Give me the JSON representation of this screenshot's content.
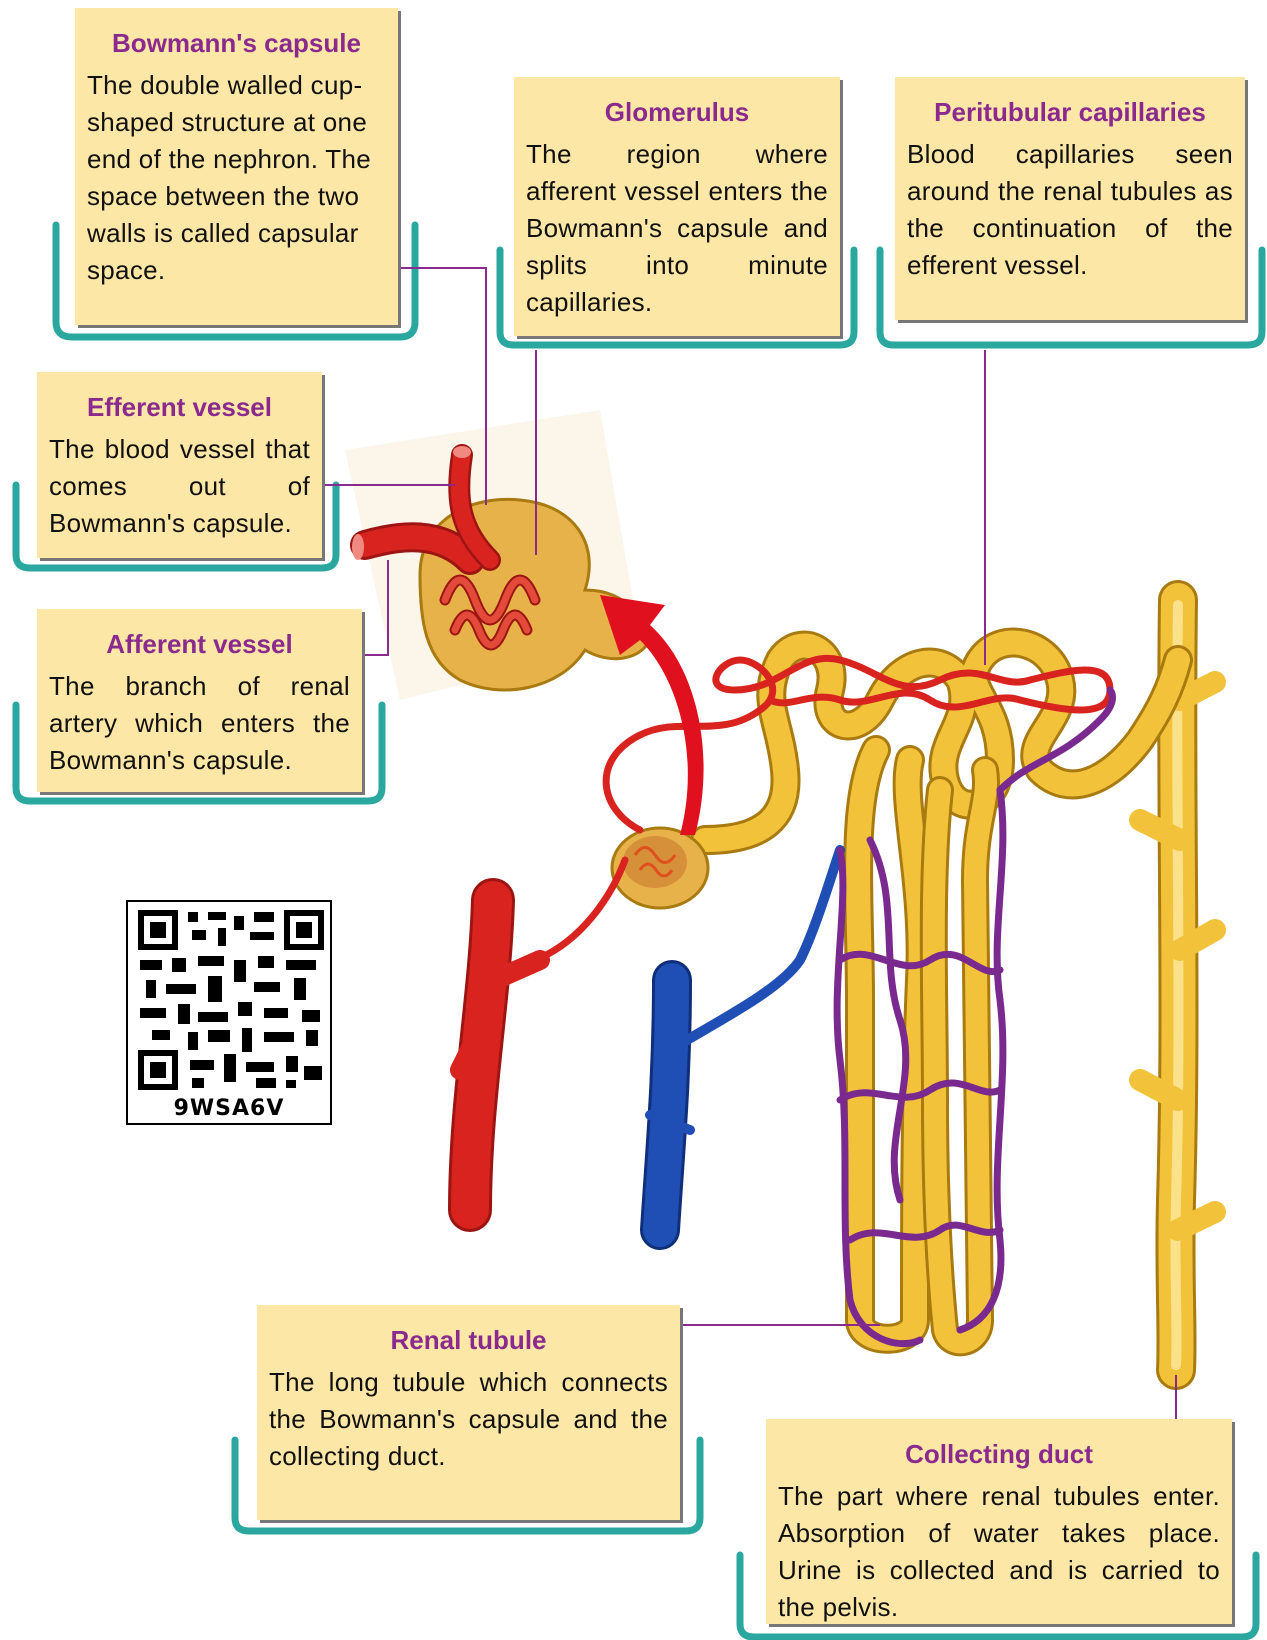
{
  "labels": [
    {
      "id": "bowmanns-capsule",
      "title": "Bowmann's capsule",
      "text": "The double walled cup-shaped structure at one end of the nephron. The space between the two walls is called capsular space."
    },
    {
      "id": "glomerulus",
      "title": "Glomerulus",
      "text": "The region where afferent vessel enters the Bowmann's capsule and splits into minute capillaries."
    },
    {
      "id": "peritubular-capillaries",
      "title": "Peritubular capillaries",
      "text": "Blood capillaries seen around the renal tubules as the continuation of the efferent vessel."
    },
    {
      "id": "efferent-vessel",
      "title": "Efferent vessel",
      "text": "The blood vessel that comes out of Bowmann's capsule."
    },
    {
      "id": "afferent-vessel",
      "title": "Afferent vessel",
      "text": "The branch of renal artery which enters the Bowmann's capsule."
    },
    {
      "id": "renal-tubule",
      "title": "Renal tubule",
      "text": "The long tubule which connects the Bowmann's capsule and the collecting duct."
    },
    {
      "id": "collecting-duct",
      "title": "Collecting duct",
      "text": "The part where renal tubules enter. Absorption of water takes place. Urine is collected and is carried to the pelvis."
    }
  ],
  "qr": {
    "code": "9WSA6V"
  },
  "colors": {
    "box": "#fde7a6",
    "title": "#8b2a8e",
    "frame": "#2aa8a0",
    "leader": "#8b2a8e",
    "artery": "#d8231f",
    "vein": "#1f4fb5",
    "capillary": "#7a2a8e",
    "tubule": "#f2c33a"
  }
}
